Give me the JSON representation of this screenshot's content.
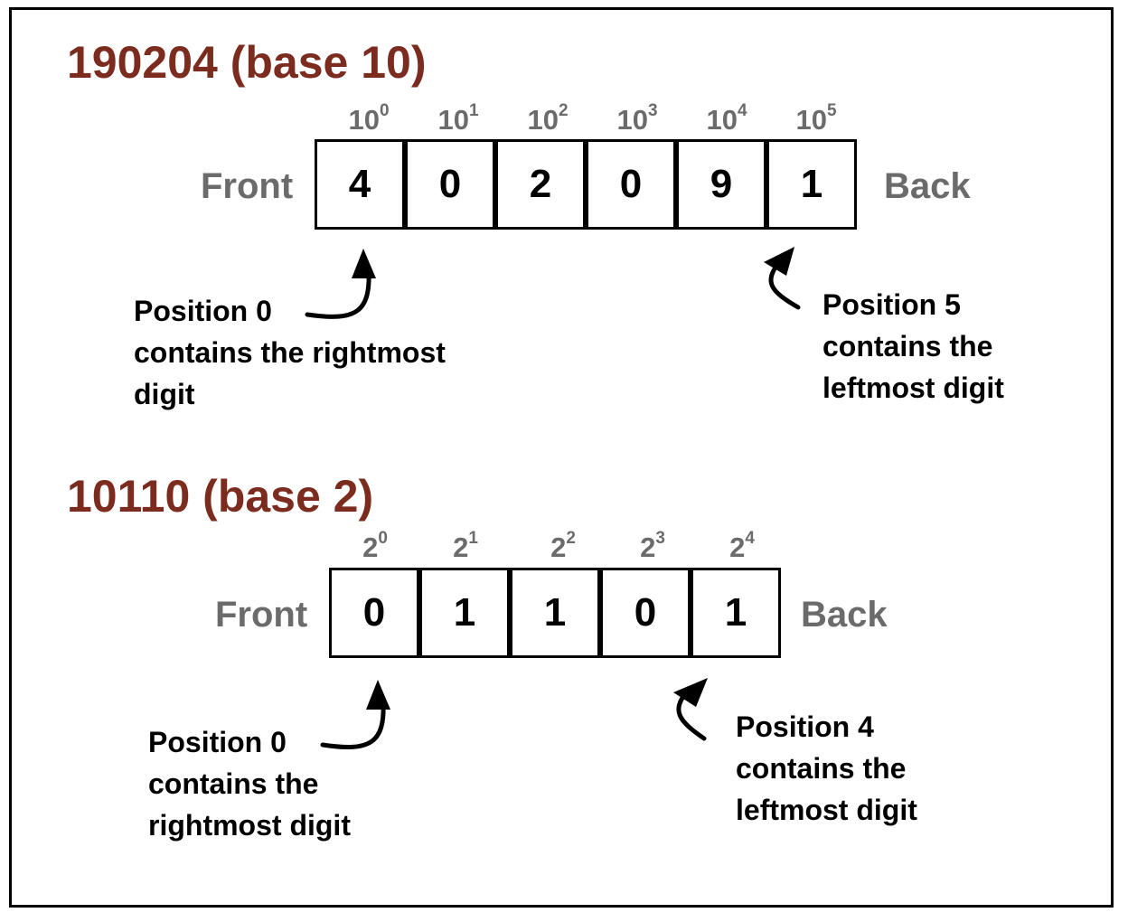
{
  "diagrams": [
    {
      "title": "190204 (base 10)",
      "front_label": "Front",
      "back_label": "Back",
      "cells": [
        "4",
        "0",
        "2",
        "0",
        "9",
        "1"
      ],
      "powers": [
        {
          "base": "10",
          "exp": "0"
        },
        {
          "base": "10",
          "exp": "1"
        },
        {
          "base": "10",
          "exp": "2"
        },
        {
          "base": "10",
          "exp": "3"
        },
        {
          "base": "10",
          "exp": "4"
        },
        {
          "base": "10",
          "exp": "5"
        }
      ],
      "left_note": [
        "Position 0",
        "contains the rightmost",
        "digit"
      ],
      "right_note": [
        "Position 5",
        "contains the",
        "leftmost digit"
      ]
    },
    {
      "title": "10110 (base 2)",
      "front_label": "Front",
      "back_label": "Back",
      "cells": [
        "0",
        "1",
        "1",
        "0",
        "1"
      ],
      "powers": [
        {
          "base": "2",
          "exp": "0"
        },
        {
          "base": "2",
          "exp": "1"
        },
        {
          "base": "2",
          "exp": "2"
        },
        {
          "base": "2",
          "exp": "3"
        },
        {
          "base": "2",
          "exp": "4"
        }
      ],
      "left_note": [
        "Position 0",
        "contains the",
        "rightmost digit"
      ],
      "right_note": [
        "Position 4",
        "contains the",
        "leftmost digit"
      ]
    }
  ],
  "colors": {
    "title": "#7b2c1e",
    "label_gray": "#6b6b6b",
    "ink": "#000000"
  }
}
